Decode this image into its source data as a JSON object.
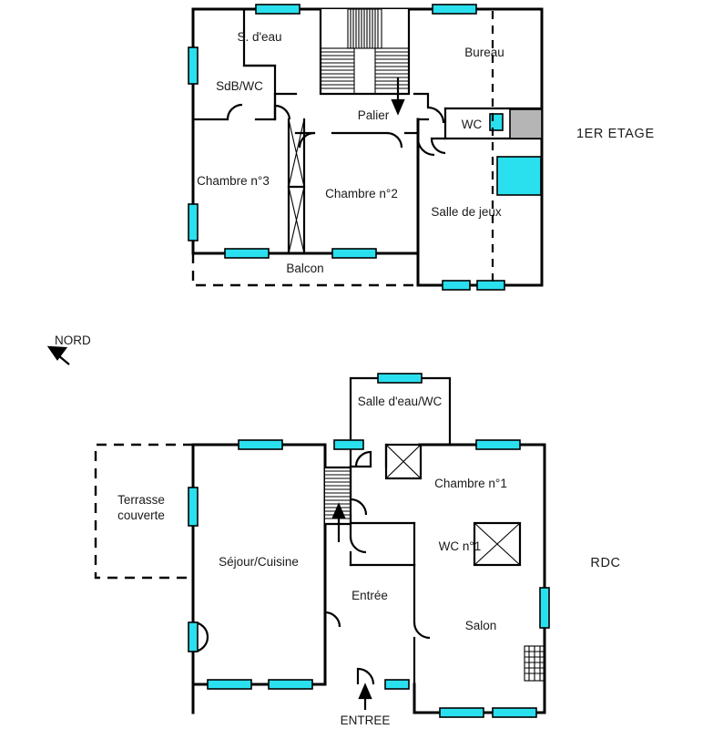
{
  "document": {
    "type": "floor-plan",
    "language": "fr",
    "background_color": "#ffffff",
    "window_color": "#2ae0ee",
    "wall_color": "#000000",
    "fill_color": "#b5b5b5"
  },
  "compass": {
    "label": "NORD",
    "direction": "north-west-arrow"
  },
  "floors": [
    {
      "id": "first-floor",
      "title": "1ER ETAGE",
      "rooms": [
        {
          "key": "s_deau",
          "label": "S. d'eau"
        },
        {
          "key": "sdb_wc",
          "label": "SdB/WC"
        },
        {
          "key": "palier",
          "label": "Palier"
        },
        {
          "key": "bureau",
          "label": "Bureau"
        },
        {
          "key": "wc",
          "label": "WC"
        },
        {
          "key": "chambre3",
          "label": "Chambre n°3"
        },
        {
          "key": "chambre2",
          "label": "Chambre n°2"
        },
        {
          "key": "salle_jeux",
          "label": "Salle de jeux"
        },
        {
          "key": "balcon",
          "label": "Balcon"
        }
      ]
    },
    {
      "id": "ground-floor",
      "title": "RDC",
      "rooms": [
        {
          "key": "salle_deau_wc",
          "label": "Salle d'eau/WC"
        },
        {
          "key": "chambre1",
          "label": "Chambre n°1"
        },
        {
          "key": "wc1",
          "label": "WC n°1"
        },
        {
          "key": "terrasse",
          "label": "Terrasse\ncouverte",
          "line1": "Terrasse",
          "line2": "couverte"
        },
        {
          "key": "sejour",
          "label": "Séjour/Cuisine"
        },
        {
          "key": "entree",
          "label": "Entrée"
        },
        {
          "key": "salon",
          "label": "Salon"
        }
      ],
      "entrance_marker": "ENTREE"
    }
  ]
}
